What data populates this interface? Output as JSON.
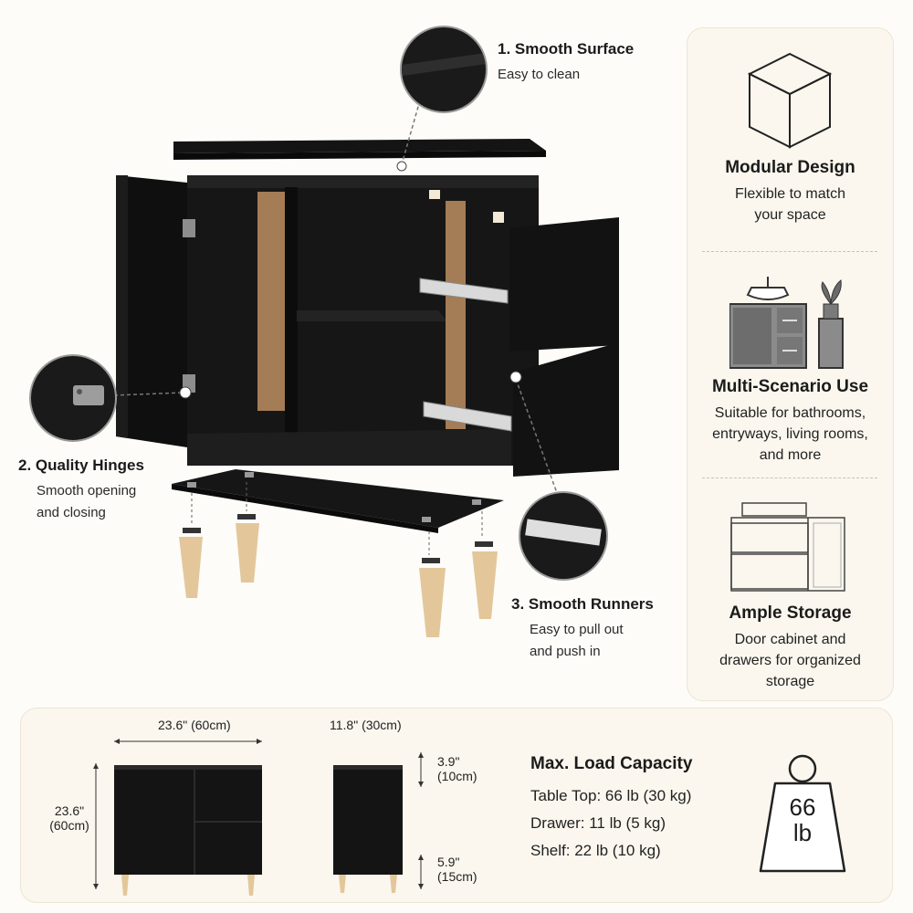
{
  "features": [
    {
      "title": "1. Smooth Surface",
      "line1": "Easy to clean",
      "line2": ""
    },
    {
      "title": "2. Quality Hinges",
      "line1": "Smooth opening",
      "line2": "and closing"
    },
    {
      "title": "3. Smooth Runners",
      "line1": "Easy to pull out",
      "line2": "and push in"
    }
  ],
  "sidebar": {
    "items": [
      {
        "title": "Modular Design",
        "lines": [
          "Flexible to match",
          "your space"
        ],
        "icon": "cube-icon"
      },
      {
        "title": "Multi-Scenario Use",
        "lines": [
          "Suitable for bathrooms,",
          "entryways, living rooms,",
          "and more"
        ],
        "icon": "bathroom-scene-icon"
      },
      {
        "title": "Ample Storage",
        "lines": [
          "Door cabinet and",
          "drawers for organized",
          "storage"
        ],
        "icon": "cabinet-outline-icon"
      }
    ]
  },
  "dimensions": {
    "width": "23.6\" (60cm)",
    "height_line1": "23.6\"",
    "height_line2": "(60cm)",
    "depth": "11.8\" (30cm)",
    "drawer_line1": "3.9\"",
    "drawer_line2": "(10cm)",
    "leg_line1": "5.9\"",
    "leg_line2": "(15cm)"
  },
  "load": {
    "title": "Max. Load Capacity",
    "rows": [
      "Table Top: 66 lb (30 kg)",
      "Drawer: 11 lb (5 kg)",
      "Shelf: 22 lb (10 kg)"
    ],
    "weight_num": "66",
    "weight_unit": "lb"
  },
  "colors": {
    "cabinet": "#141414",
    "panel_bg": "#fbf7ee",
    "wood": "#e3c79b",
    "backboard": "#a47c55"
  }
}
